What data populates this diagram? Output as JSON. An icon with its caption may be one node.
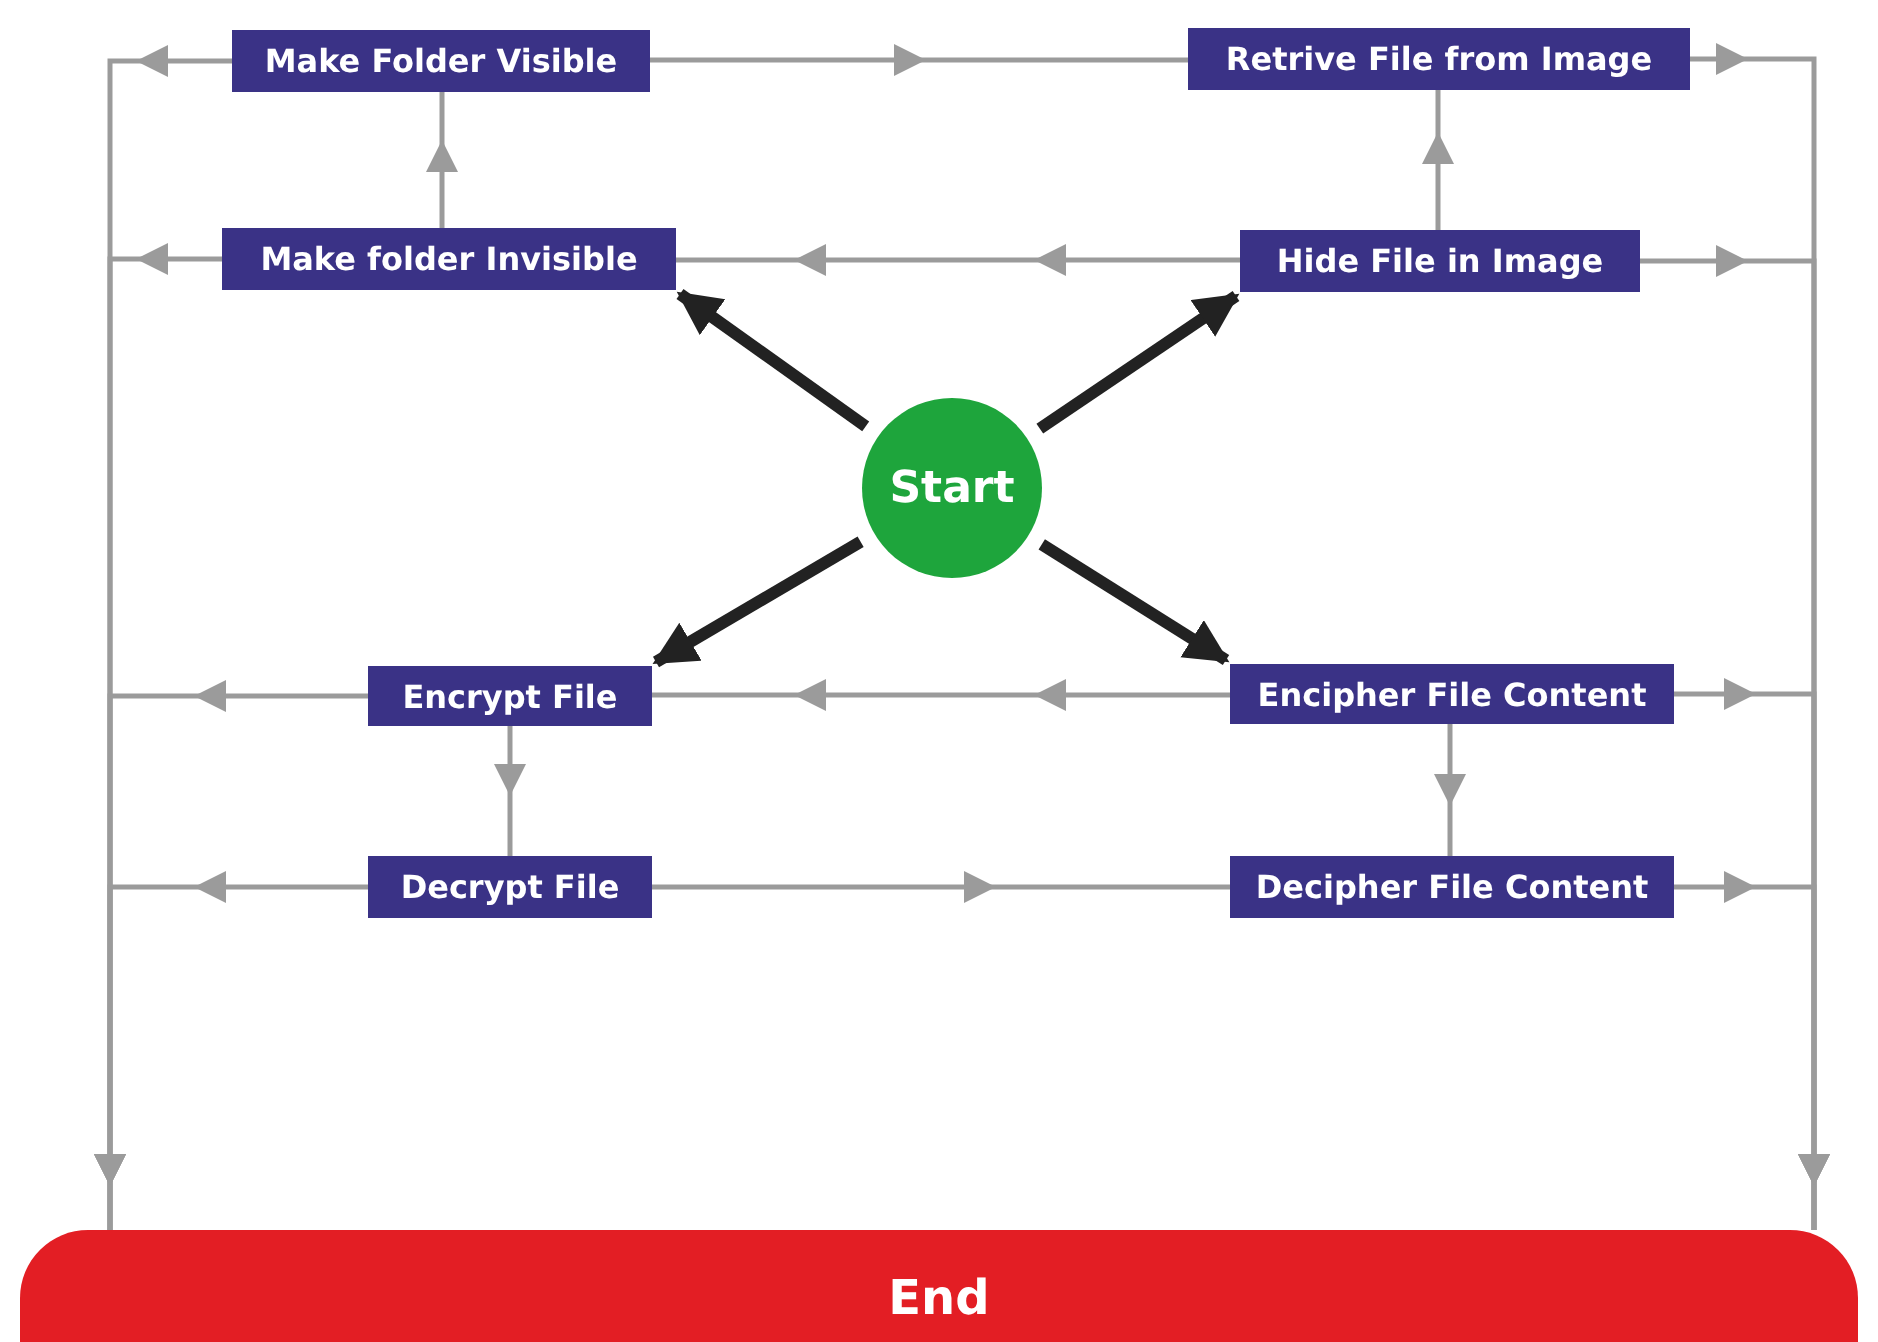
{
  "diagram": {
    "nodes": [
      {
        "text": [
          "Make Folder Visible"
        ]
      },
      {
        "text": [
          "Retrive File from Image"
        ]
      },
      {
        "text": [
          "Make folder Invisible"
        ]
      },
      {
        "text": [
          "Hide File in Image"
        ]
      },
      {
        "text": [
          "Start"
        ]
      },
      {
        "text": [
          "Encrypt File"
        ]
      },
      {
        "text": [
          "Encipher File Content"
        ]
      },
      {
        "text": [
          "Decrypt File"
        ]
      },
      {
        "text": [
          "Decipher File Content"
        ]
      },
      {
        "text": [
          "End"
        ]
      }
    ],
    "edges": [
      {
        "from": 4,
        "to": 2,
        "arrow": "to",
        "style": "thick",
        "color": "#222222"
      },
      {
        "from": 4,
        "to": 3,
        "arrow": "to",
        "style": "thick",
        "color": "#222222"
      },
      {
        "from": 4,
        "to": 5,
        "arrow": "to",
        "style": "thick",
        "color": "#222222"
      },
      {
        "from": 4,
        "to": 6,
        "arrow": "to",
        "style": "thick",
        "color": "#222222"
      },
      {
        "from": 2,
        "to": 0,
        "arrow": "to"
      },
      {
        "from": 3,
        "to": 1,
        "arrow": "to"
      },
      {
        "from": 0,
        "to": 1,
        "arrow": "to"
      },
      {
        "from": 3,
        "to": 2,
        "arrow": "to"
      },
      {
        "from": 5,
        "to": 7,
        "arrow": "to"
      },
      {
        "from": 6,
        "to": 8,
        "arrow": "to"
      },
      {
        "from": 6,
        "to": 5,
        "arrow": "to"
      },
      {
        "from": 7,
        "to": 8,
        "arrow": "to"
      },
      {
        "from": 0,
        "to": 9,
        "arrow": "to"
      },
      {
        "from": 2,
        "to": 9,
        "arrow": "to"
      },
      {
        "from": 5,
        "to": 9,
        "arrow": "to"
      },
      {
        "from": 7,
        "to": 9,
        "arrow": "to"
      },
      {
        "from": 1,
        "to": 9,
        "arrow": "to"
      },
      {
        "from": 3,
        "to": 9,
        "arrow": "to"
      },
      {
        "from": 6,
        "to": 9,
        "arrow": "to"
      },
      {
        "from": 8,
        "to": 9,
        "arrow": "to"
      }
    ]
  }
}
